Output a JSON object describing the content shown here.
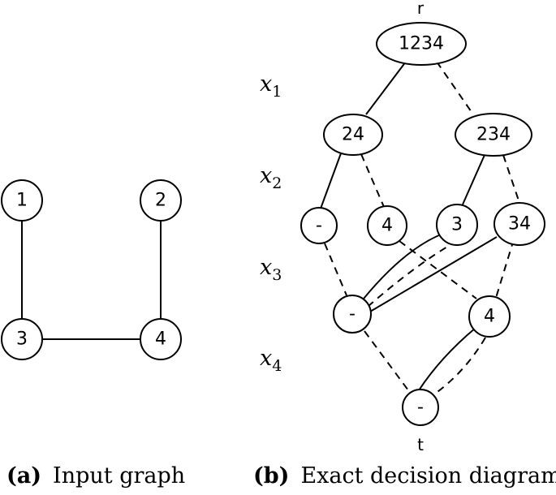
{
  "input_graph": {
    "caption_tag": "(a)",
    "caption_text": "Input graph",
    "nodes": [
      "1",
      "2",
      "3",
      "4"
    ]
  },
  "decision_diagram": {
    "caption_tag": "(b)",
    "caption_text": "Exact decision diagram",
    "root_label": "r",
    "terminal_label": "t",
    "variables": [
      {
        "name": "x",
        "sub": "1"
      },
      {
        "name": "x",
        "sub": "2"
      },
      {
        "name": "x",
        "sub": "3"
      },
      {
        "name": "x",
        "sub": "4"
      }
    ],
    "nodes": {
      "n1234": "1234",
      "n24": "24",
      "n234": "234",
      "n2_empty": "-",
      "n2_4": "4",
      "n2_3": "3",
      "n2_34": "34",
      "n3_empty": "-",
      "n3_4": "4",
      "n4_empty": "-"
    }
  }
}
